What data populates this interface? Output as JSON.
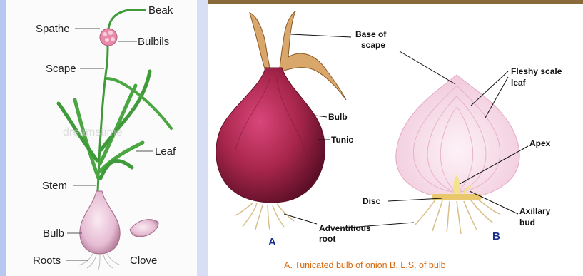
{
  "garlic_diagram": {
    "labels": {
      "beak": "Beak",
      "spathe": "Spathe",
      "bulbils": "Bulbils",
      "scape": "Scape",
      "leaf": "Leaf",
      "stem": "Stem",
      "bulb": "Bulb",
      "roots": "Roots",
      "clove": "Clove"
    },
    "watermark": "dreamstime"
  },
  "onion_diagram": {
    "labels": {
      "base_of_scape_line1": "Base of",
      "base_of_scape_line2": "scape",
      "bulb": "Bulb",
      "tunic": "Tunic",
      "adventitious_root_line1": "Adventitious",
      "adventitious_root_line2": "root",
      "fleshy_scale_leaf_line1": "Fleshy scale",
      "fleshy_scale_leaf_line2": "leaf",
      "apex": "Apex",
      "disc": "Disc",
      "axillary_bud_line1": "Axillary",
      "axillary_bud_line2": "bud"
    },
    "figure_letters": {
      "a": "A",
      "b": "B"
    },
    "caption": "A. Tunicated bulb of onion  B. L.S. of bulb"
  },
  "colors": {
    "background_blue": "#2b52c9",
    "onion_red": "#a8264c",
    "ls_pink": "#f6dbe8",
    "leaf_green": "#3f9a3a",
    "caption_orange": "#d66a13",
    "letter_blue": "#1b2f8f"
  }
}
